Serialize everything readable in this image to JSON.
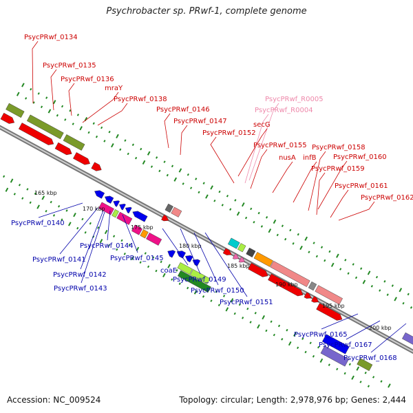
{
  "title": "Psychrobacter sp. PRwf-1, complete genome",
  "footer": {
    "accession": "Accession: NC_009524",
    "topology": "Topology: circular; Length: 2,978,976 bp; Genes: 2,444"
  },
  "colors": {
    "forward_label": "#cc0000",
    "reverse_label": "#0000aa",
    "rna_label": "#ee88aa",
    "backbone": "#999999",
    "tick": "#228822"
  },
  "kbp_labels": [
    "165 kbp",
    "170 kbp",
    "175 kbp",
    "180 kbp",
    "185 kbp",
    "190 kbp",
    "195 kbp",
    "200 kbp"
  ],
  "top_labels": [
    {
      "text": "PsycPRwf_0134",
      "kind": "forward"
    },
    {
      "text": "PsycPRwf_0135",
      "kind": "forward"
    },
    {
      "text": "PsycPRwf_0136",
      "kind": "forward"
    },
    {
      "text": "mraY",
      "kind": "forward"
    },
    {
      "text": "PsycPRwf_0138",
      "kind": "forward"
    },
    {
      "text": "PsycPRwf_0146",
      "kind": "forward"
    },
    {
      "text": "PsycPRwf_0147",
      "kind": "forward"
    },
    {
      "text": "PsycPRwf_R0005",
      "kind": "rna"
    },
    {
      "text": "PsycPRwf_R0004",
      "kind": "rna"
    },
    {
      "text": "secG",
      "kind": "forward"
    },
    {
      "text": "PsycPRwf_0152",
      "kind": "forward"
    },
    {
      "text": "PsycPRwf_0155",
      "kind": "forward"
    },
    {
      "text": "nusA",
      "kind": "forward"
    },
    {
      "text": "infB",
      "kind": "forward"
    },
    {
      "text": "PsycPRwf_0158",
      "kind": "forward"
    },
    {
      "text": "PsycPRwf_0160",
      "kind": "forward"
    },
    {
      "text": "PsycPRwf_0159",
      "kind": "forward"
    },
    {
      "text": "PsycPRwf_0161",
      "kind": "forward"
    },
    {
      "text": "PsycPRwf_0162",
      "kind": "forward"
    }
  ],
  "bottom_labels": [
    {
      "text": "PsycPRwf_0140",
      "kind": "reverse"
    },
    {
      "text": "PsycPRwf_0141",
      "kind": "reverse"
    },
    {
      "text": "PsycPRwf_0144",
      "kind": "reverse"
    },
    {
      "text": "PsycPRwf_0142",
      "kind": "reverse"
    },
    {
      "text": "PsycPRwf_0143",
      "kind": "reverse"
    },
    {
      "text": "PsycPRwf_0145",
      "kind": "reverse"
    },
    {
      "text": "coaE",
      "kind": "reverse"
    },
    {
      "text": "PsycPRwf_0149",
      "kind": "reverse"
    },
    {
      "text": "PsycPRwf_0150",
      "kind": "reverse"
    },
    {
      "text": "PsycPRwf_0151",
      "kind": "reverse"
    },
    {
      "text": "PsycPRwf_0165",
      "kind": "reverse"
    },
    {
      "text": "PsycPRwf_0167",
      "kind": "reverse"
    },
    {
      "text": "PsycPRwf_0168",
      "kind": "reverse"
    }
  ]
}
